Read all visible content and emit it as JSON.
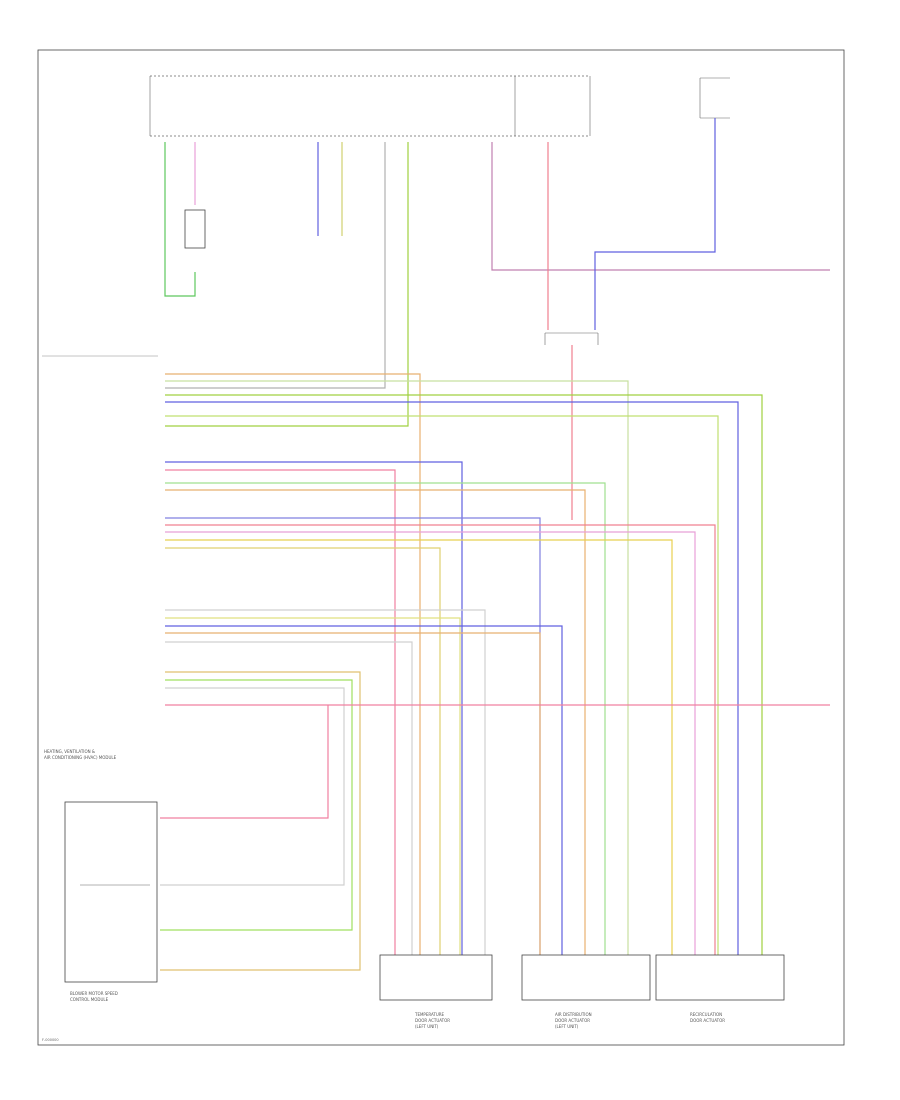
{
  "footer_code": "F-000000",
  "module_labels": {
    "hvac_module_left": [
      "HEATING, VENTILATION &",
      "AIR CONDITIONING (HVAC) MODULE"
    ],
    "blower_motor_module": [
      "BLOWER MOTOR SPEED",
      "CONTROL MODULE"
    ],
    "temp_door_actuator": [
      "TEMPERATURE",
      "DOOR ACTUATOR",
      "(LEFT UNIT)"
    ],
    "air_distribution_actuator": [
      "AIR DISTRIBUTION",
      "DOOR ACTUATOR",
      "(LEFT UNIT)"
    ],
    "recirc_actuator": [
      "RECIRCULATION",
      "DOOR ACTUATOR"
    ]
  },
  "wire_colors": {
    "green": "#5ec85e",
    "pink": "#e8a0d8",
    "blue": "#4040e0",
    "yellow_green": "#a0d040",
    "orange": "#e8b070",
    "red": "#f06080",
    "yellow": "#e8e060",
    "teal": "#40b0b0",
    "light_green": "#90e090",
    "gray": "#b0b0b0",
    "purple": "#b070c0",
    "dark_gray": "#404040"
  }
}
